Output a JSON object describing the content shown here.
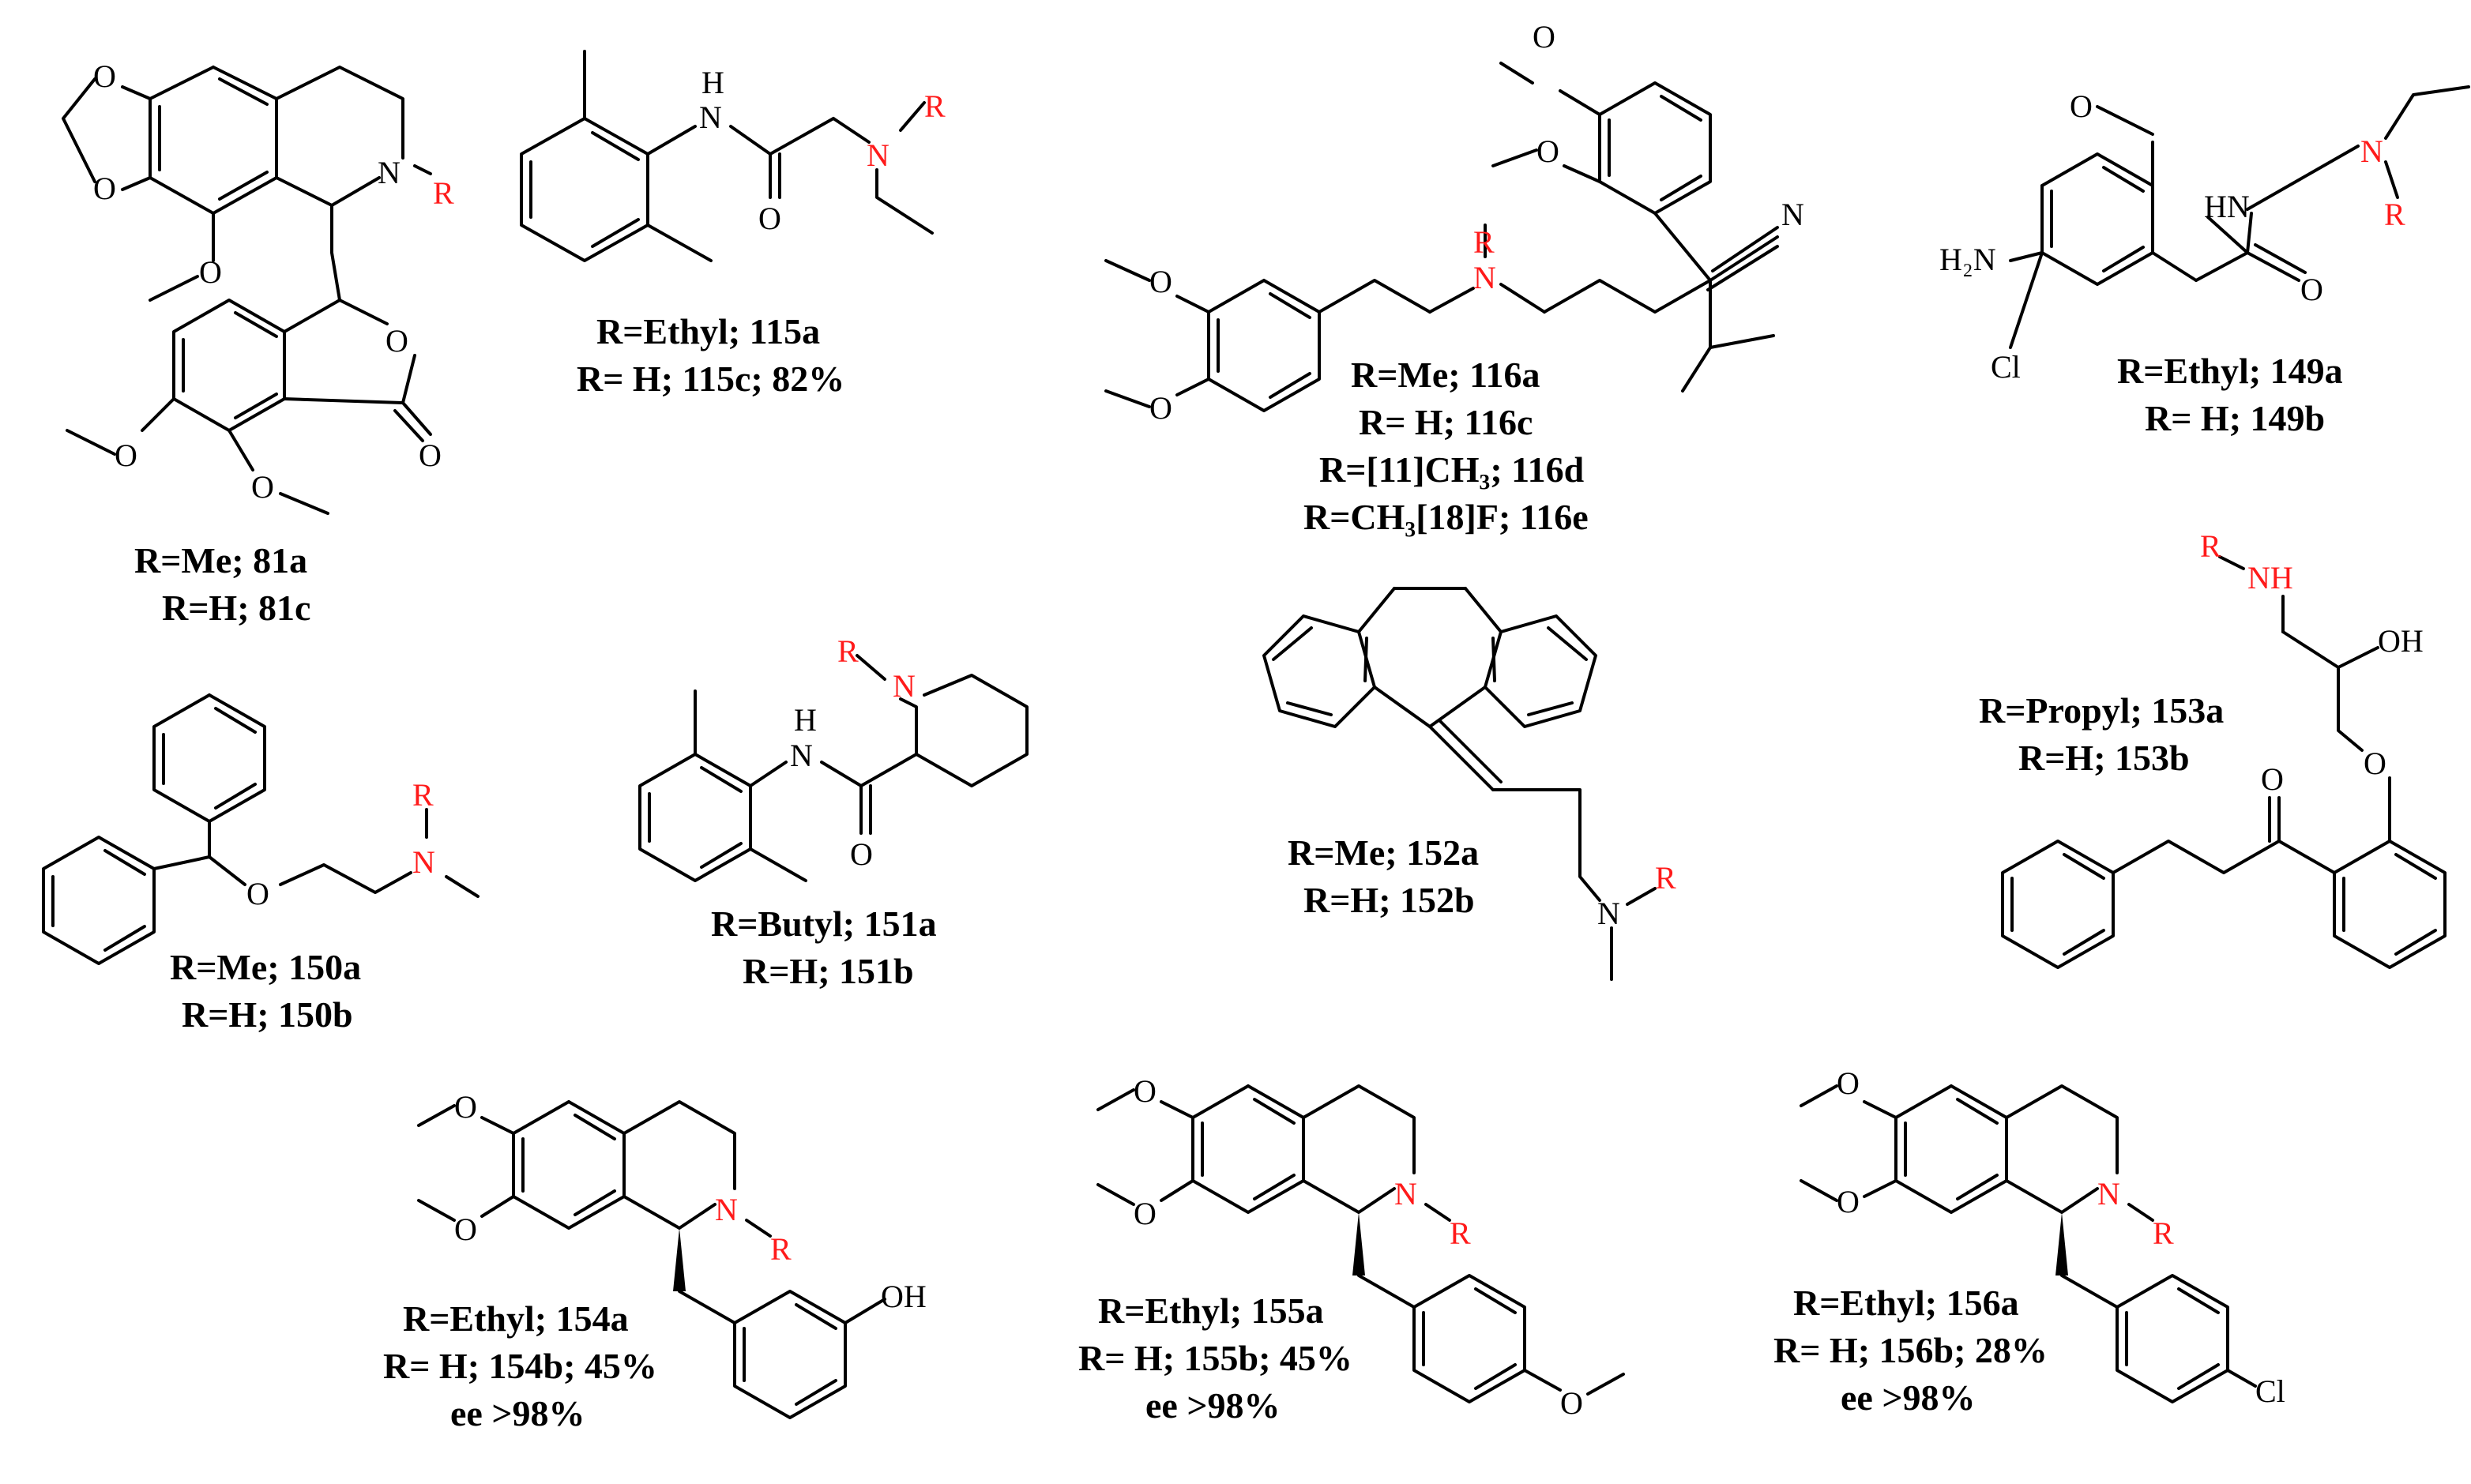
{
  "atoms": {
    "O": "O",
    "N": "N",
    "H": "H",
    "R": "R",
    "NH": "NH",
    "OH": "OH",
    "Cl": "Cl",
    "H2N": "H₂N",
    "HN": "HN"
  },
  "compounds": {
    "c81": {
      "line1": "R=Me; 81a",
      "line2": "R=H; 81c"
    },
    "c115": {
      "line1": "R=Ethyl; 115a",
      "line2": "R= H; 115c; 82%"
    },
    "c116": {
      "line1": "R=Me; 116a",
      "line2": "R= H; 116c",
      "line3": "R=[11]CH₃; 116d",
      "line4": "R=CH₃[18]F; 116e"
    },
    "c149": {
      "line1": "R=Ethyl; 149a",
      "line2": "R= H; 149b"
    },
    "c150": {
      "line1": "R=Me; 150a",
      "line2": "R=H; 150b"
    },
    "c151": {
      "line1": "R=Butyl; 151a",
      "line2": "R=H; 151b"
    },
    "c152": {
      "line1": "R=Me; 152a",
      "line2": "R=H; 152b"
    },
    "c153": {
      "line1": "R=Propyl; 153a",
      "line2": "R=H; 153b"
    },
    "c154": {
      "line1": "R=Ethyl; 154a",
      "line2": "R= H; 154b; 45%",
      "line3": "ee >98%"
    },
    "c155": {
      "line1": "R=Ethyl; 155a",
      "line2": "R= H; 155b; 45%",
      "line3": "ee >98%"
    },
    "c156": {
      "line1": "R=Ethyl; 156a",
      "line2": "R= H; 156b; 28%",
      "line3": "ee >98%"
    }
  }
}
